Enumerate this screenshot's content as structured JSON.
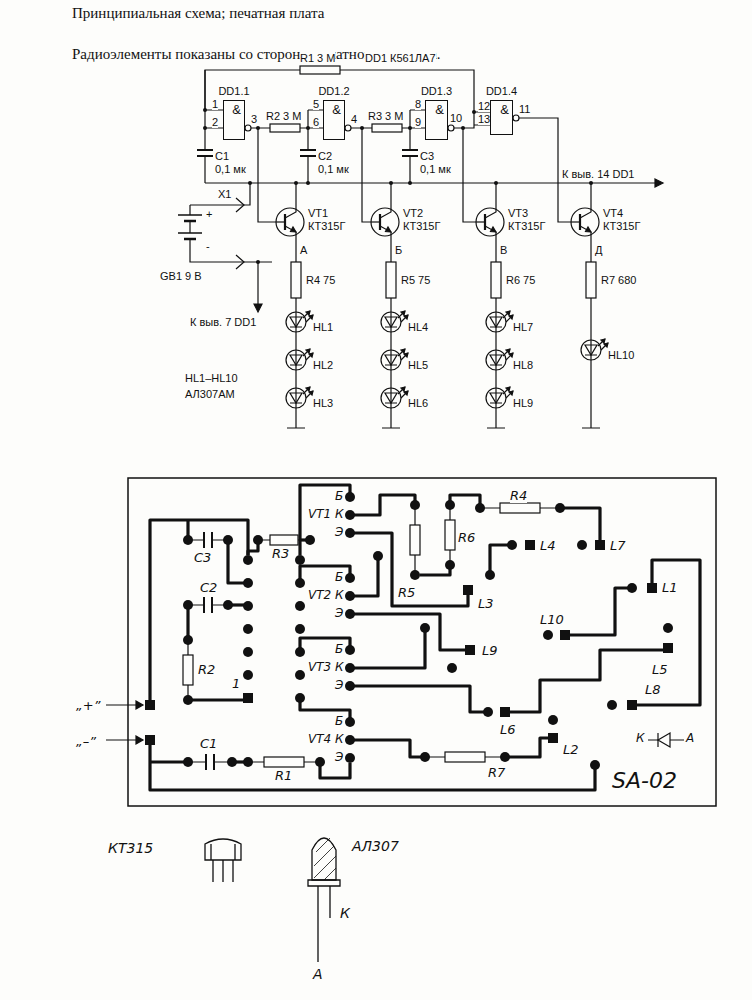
{
  "diagram": {
    "title": "Принципиальная схема; печатная плата",
    "nodes": [
      {
        "text": [
          "DD1.1",
          "&"
        ]
      },
      {
        "text": [
          "DD1.2",
          "&"
        ]
      },
      {
        "text": [
          "DD1.3",
          "&"
        ]
      },
      {
        "text": [
          "DD1.4",
          "&"
        ]
      }
    ],
    "edges": [
      {
        "from": 2,
        "to": 3,
        "arrow": "none"
      }
    ],
    "labels": [
      "Радиоэлементы показаны со стороны печатного монтажа.",
      "R1 3 M",
      "DD1 К561ЛА7",
      "1",
      "2",
      "3",
      "R2 3 M",
      "5",
      "6",
      "4",
      "R3 3 M",
      "8",
      "9",
      "10",
      "12",
      "13",
      "11",
      "C1",
      "0,1 мк",
      "C2",
      "0,1 мк",
      "C3",
      "0,1 мк",
      "К выв. 14 DD1",
      "X1",
      "+",
      "-",
      "GB1 9 В",
      "VT1",
      "КТ315Г",
      "VT2",
      "КТ315Г",
      "VT3",
      "КТ315Г",
      "VT4",
      "КТ315Г",
      "А",
      "Б",
      "В",
      "Д",
      "R4 75",
      "R5 75",
      "R6 75",
      "R7 680",
      "К выв. 7 DD1",
      "HL1",
      "HL2",
      "HL3",
      "HL4",
      "HL5",
      "HL6",
      "HL7",
      "HL8",
      "HL9",
      "HL10",
      "HL1–HL10",
      "АЛ307АМ",
      "Б",
      "VT1",
      "К",
      "Э",
      "C3",
      "R3",
      "C2",
      "R2",
      "Б",
      "VT2",
      "К",
      "Э",
      "R5",
      "R6",
      "R4",
      "L4",
      "L7",
      "L1",
      "L3",
      "L10",
      "L9",
      "L5",
      "L6",
      "L8",
      "L2",
      "К",
      "А",
      "Б",
      "VT3",
      "К",
      "Э",
      "Б",
      "VT4",
      "К",
      "Э",
      "1",
      "R1",
      "C1",
      "R7",
      "SA-02",
      "„+”",
      "„–”",
      "КТ315",
      "АЛ307",
      "К",
      "А"
    ]
  }
}
